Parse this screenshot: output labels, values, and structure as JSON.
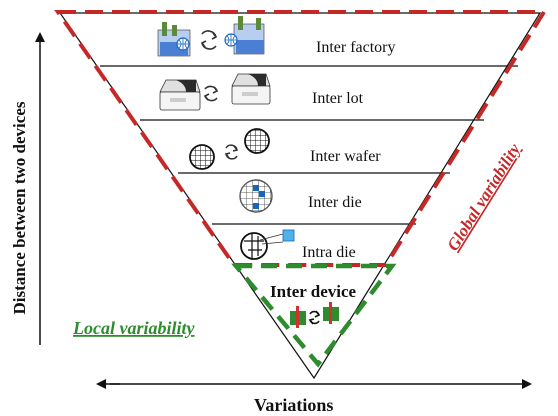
{
  "levels": [
    {
      "label": "Inter factory",
      "icon": "factory-icon"
    },
    {
      "label": "Inter lot",
      "icon": "wafer-box-icon"
    },
    {
      "label": "Inter wafer",
      "icon": "wafer-icon"
    },
    {
      "label": "Inter die",
      "icon": "die-icon"
    },
    {
      "label": "Intra die",
      "icon": "die-zoom-icon"
    }
  ],
  "device_level": {
    "label": "Inter device",
    "icon": "transistor-icon"
  },
  "labels": {
    "global": "Global variability",
    "local": "Local variability",
    "y_axis": "Distance between two devices",
    "x_axis": "Variations"
  },
  "colors": {
    "global": "#c62828",
    "local": "#2e8b2e",
    "outline": "#111111",
    "wafer_blue": "#1565c0",
    "factory_blue": "#4a7fd4"
  }
}
